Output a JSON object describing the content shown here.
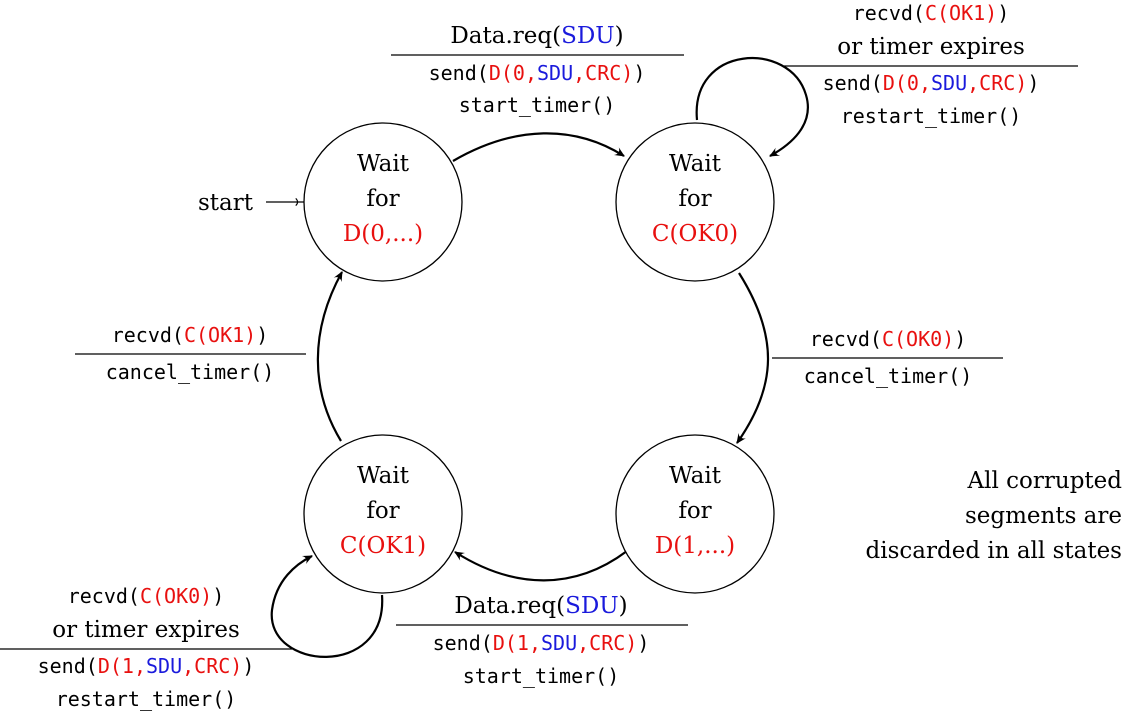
{
  "start_label": "start",
  "states": {
    "wait_d0": {
      "line1": "Wait",
      "line2": "for",
      "line3": "D(0,...)"
    },
    "wait_ok0": {
      "line1": "Wait",
      "line2": "for",
      "line3": "C(OK0)"
    },
    "wait_d1": {
      "line1": "Wait",
      "line2": "for",
      "line3": "D(1,...)"
    },
    "wait_ok1": {
      "line1": "Wait",
      "line2": "for",
      "line3": "C(OK1)"
    }
  },
  "transitions": {
    "top": {
      "event_prefix": "Data.req(",
      "event_arg": "SDU",
      "event_suffix": ")",
      "action1": {
        "fn": "send(",
        "d": "D(",
        "n": "0",
        "c1": ",",
        "sdu": "SDU",
        "c2": ",",
        "crc": "CRC)",
        "end": ")"
      },
      "action2": "start_timer()"
    },
    "self_ok0": {
      "event_fn": "recvd(",
      "event_arg": "C(OK1)",
      "event_end": ")",
      "event_alt": "or timer expires",
      "action1": {
        "fn": "send(",
        "d": "D(",
        "n": "0",
        "c1": ",",
        "sdu": "SDU",
        "c2": ",",
        "crc": "CRC)",
        "end": ")"
      },
      "action2": "restart_timer()"
    },
    "right": {
      "event_fn": "recvd(",
      "event_arg": "C(OK0)",
      "event_end": ")",
      "action": "cancel_timer()"
    },
    "left": {
      "event_fn": "recvd(",
      "event_arg": "C(OK1)",
      "event_end": ")",
      "action": "cancel_timer()"
    },
    "bottom": {
      "event_prefix": "Data.req(",
      "event_arg": "SDU",
      "event_suffix": ")",
      "action1": {
        "fn": "send(",
        "d": "D(",
        "n": "1",
        "c1": ",",
        "sdu": "SDU",
        "c2": ",",
        "crc": "CRC)",
        "end": ")"
      },
      "action2": "start_timer()"
    },
    "self_ok1": {
      "event_fn": "recvd(",
      "event_arg": "C(OK0)",
      "event_end": ")",
      "event_alt": "or timer expires",
      "action1": {
        "fn": "send(",
        "d": "D(",
        "n": "1",
        "c1": ",",
        "sdu": "SDU",
        "c2": ",",
        "crc": "CRC)",
        "end": ")"
      },
      "action2": "restart_timer()"
    }
  },
  "note": {
    "line1": "All corrupted",
    "line2": "segments are",
    "line3": "discarded in all states"
  },
  "colors": {
    "highlight_red": "#e8100f",
    "highlight_blue": "#1a1adc"
  }
}
